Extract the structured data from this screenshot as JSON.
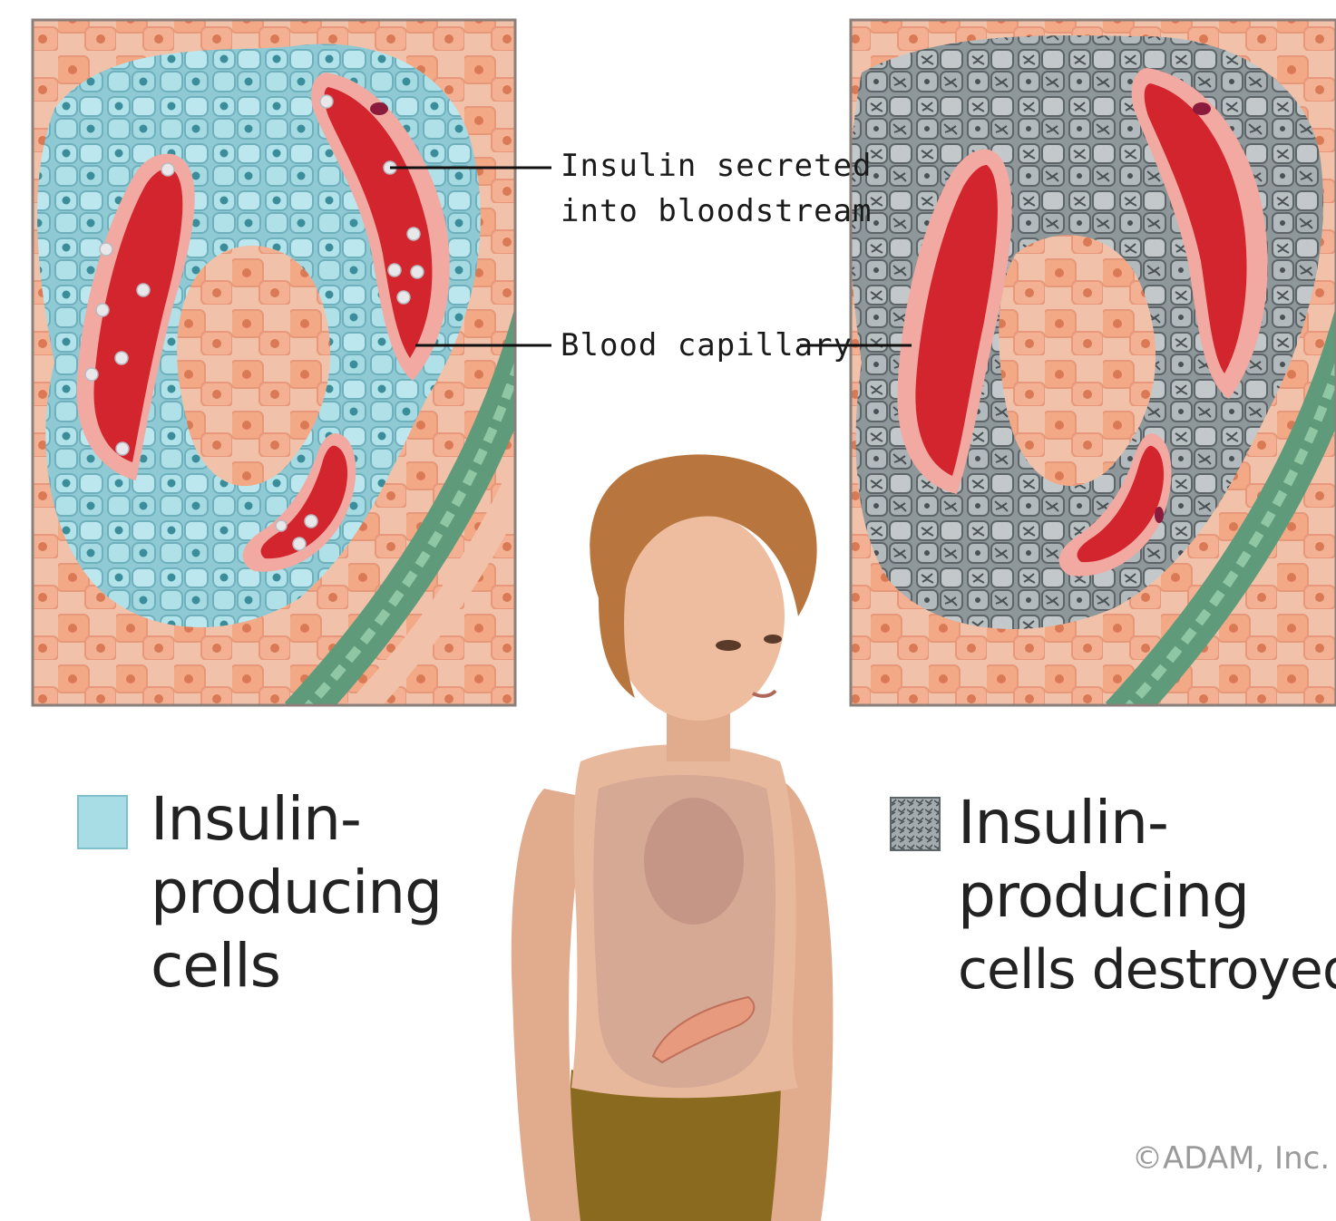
{
  "labels": {
    "insulin_secreted_line1": "Insulin secreted",
    "insulin_secreted_line2": "into bloodstream",
    "blood_capillary": "Blood capillary"
  },
  "legend": {
    "healthy": {
      "line1": "Insulin-",
      "line2": "producing",
      "line3": "cells"
    },
    "destroyed": {
      "line1": "Insulin-",
      "line2": "producing",
      "line3": "cells destroyed"
    }
  },
  "credit": "©ADAM, Inc.",
  "colors": {
    "tissue": "#f1c2a9",
    "acinar_cell": "#f3a886",
    "beta_cell": "#a9dde6",
    "destroyed_cell": "#9aa2a4",
    "capillary": "#d2252e",
    "capillary_rim": "#f2a9a1",
    "vessel": "#5f9b7a",
    "skin": "#e8b89c",
    "hair": "#b8763e",
    "shorts": "#8a6a1e"
  }
}
